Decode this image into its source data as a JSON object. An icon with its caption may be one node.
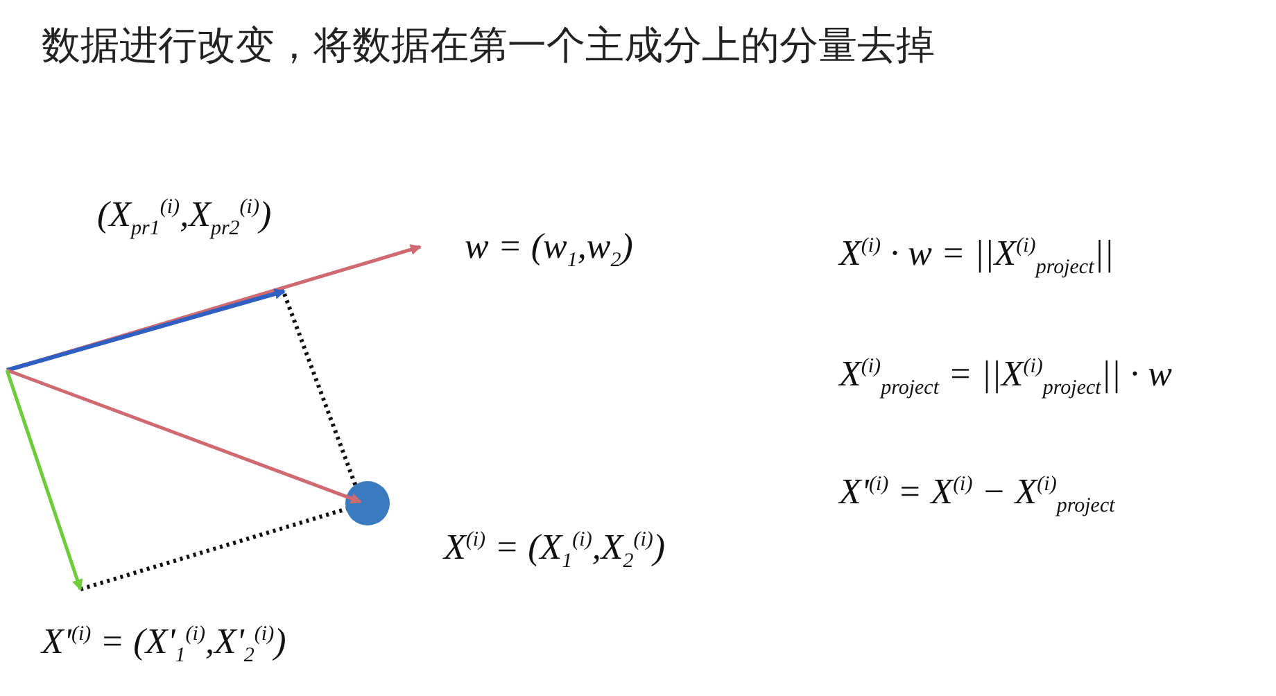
{
  "diagram": {
    "title": "数据进行改变，将数据在第一个主成分上的分量去掉",
    "labels": [
      "(X$_{pr1}$$^{(i)}$,X$_{pr2}$$^{(i)}$)",
      "w = (w$_{1}$,w$_{2}$)",
      "X$^{(i)}$ · w = ||X$^{(i)}$$_{project}$||",
      "X$^{(i)}$$_{project}$ = ||X$^{(i)}$$_{project}$|| · w",
      "X'$^{(i)}$ = X$^{(i)}$ − X$^{(i)}$$_{project}$",
      "X$^{(i)}$ = (X$_{1}$$^{(i)}$,X$_{2}$$^{(i)}$)",
      "X'$^{(i)}$ = (X'$_{1}$$^{(i)}$,X'$_{2}$$^{(i)}$)"
    ]
  }
}
